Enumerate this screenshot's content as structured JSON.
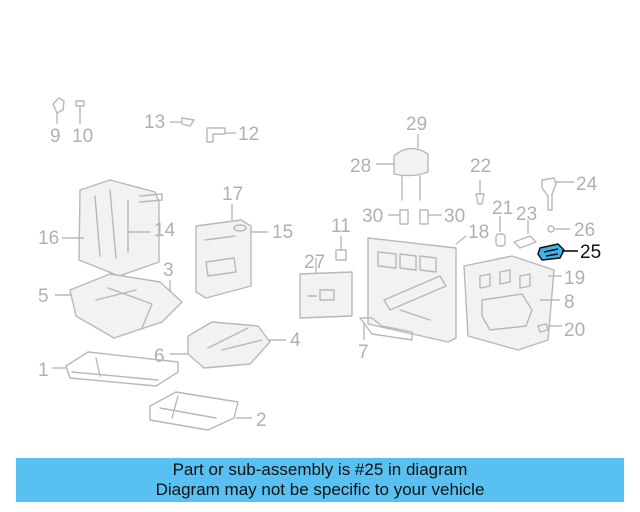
{
  "callouts": {
    "c1": "1",
    "c2": "2",
    "c3": "3",
    "c4": "4",
    "c5": "5",
    "c6": "6",
    "c7": "7",
    "c8": "8",
    "c9": "9",
    "c10": "10",
    "c11": "11",
    "c12": "12",
    "c13": "13",
    "c14": "14",
    "c15": "15",
    "c16": "16",
    "c17": "17",
    "c18": "18",
    "c19": "19",
    "c20": "20",
    "c21": "21",
    "c22": "22",
    "c23": "23",
    "c24": "24",
    "c25": "25",
    "c26": "26",
    "c27": "27",
    "c28": "28",
    "c29": "29",
    "c30a": "30",
    "c30b": "30"
  },
  "highlight": {
    "part_number": "25",
    "color": "#3fb4ea"
  },
  "banner": {
    "line1": "Part or sub-assembly is #25 in diagram",
    "line2": "Diagram may not be specific to your vehicle",
    "background": "#58c1f2"
  }
}
